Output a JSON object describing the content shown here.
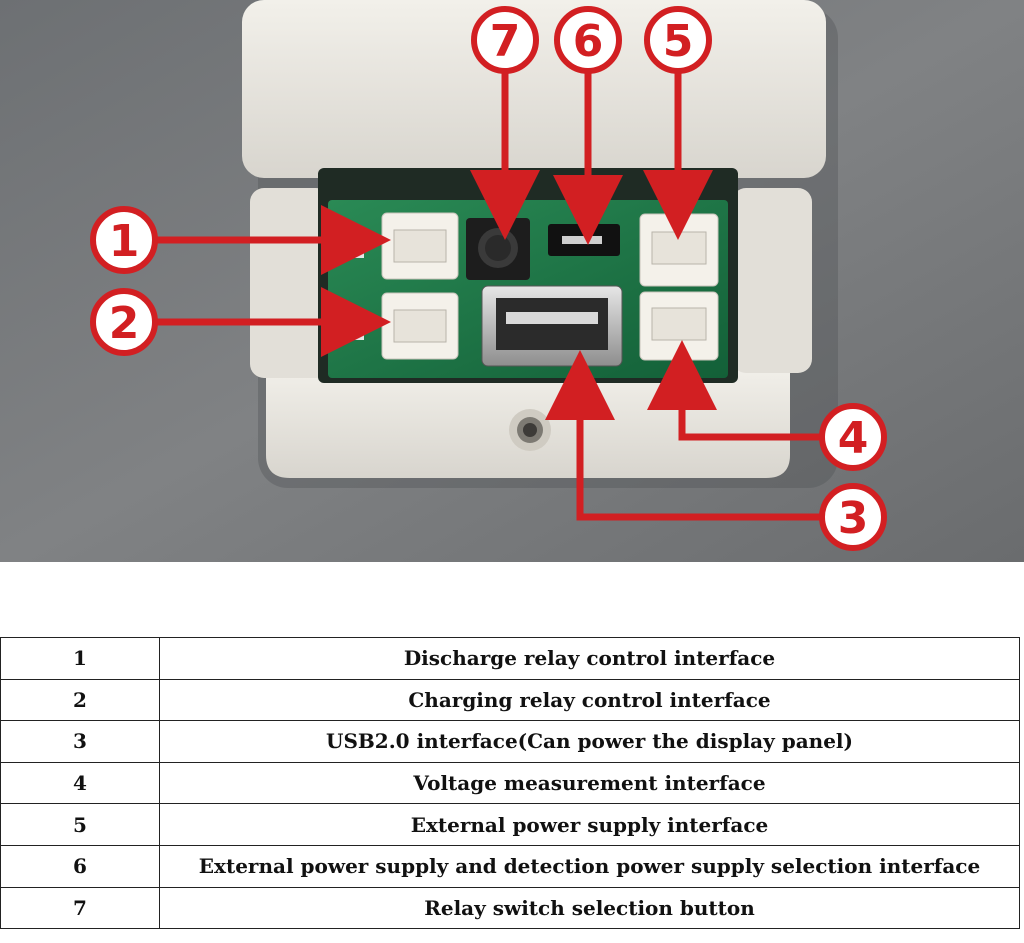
{
  "callouts": [
    {
      "id": "1"
    },
    {
      "id": "2"
    },
    {
      "id": "3"
    },
    {
      "id": "4"
    },
    {
      "id": "5"
    },
    {
      "id": "6"
    },
    {
      "id": "7"
    }
  ],
  "colors": {
    "callout_red": "#d21f22",
    "pcb_green": "#1f7a47",
    "housing_white": "#e9e7e1",
    "background_gray": "#77797a"
  },
  "legend": {
    "rows": [
      {
        "number": "1",
        "description": "Discharge relay control interface"
      },
      {
        "number": "2",
        "description": "Charging relay control interface"
      },
      {
        "number": "3",
        "description": "USB2.0 interface(Can power the display panel)"
      },
      {
        "number": "4",
        "description": "Voltage measurement interface"
      },
      {
        "number": "5",
        "description": "External power supply interface"
      },
      {
        "number": "6",
        "description": "External power supply and detection power supply selection interface"
      },
      {
        "number": "7",
        "description": "Relay switch selection button"
      }
    ]
  }
}
